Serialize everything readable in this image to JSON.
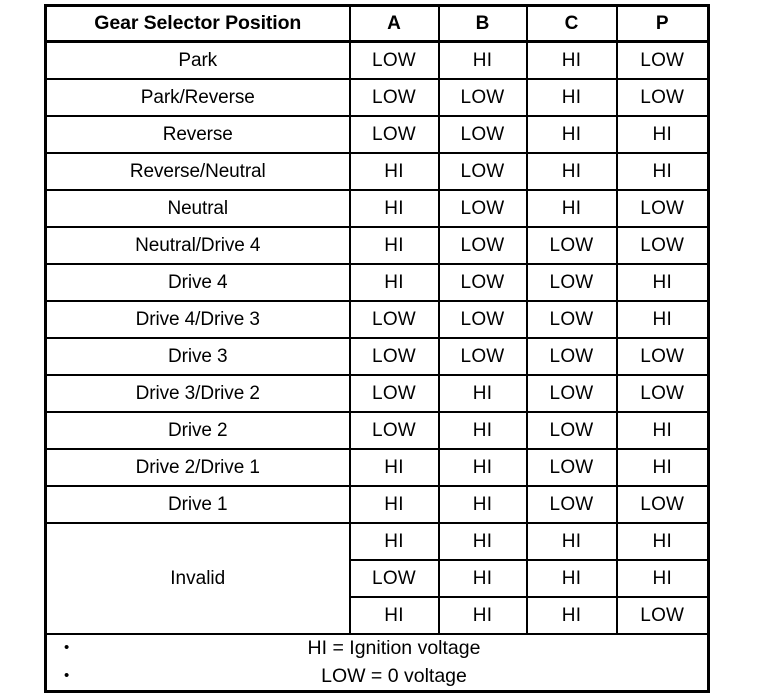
{
  "table": {
    "headers": {
      "label": "Gear Selector Position",
      "columns": [
        "A",
        "B",
        "C",
        "P"
      ]
    },
    "rows": [
      {
        "label": "Park",
        "values": [
          "LOW",
          "HI",
          "HI",
          "LOW"
        ]
      },
      {
        "label": "Park/Reverse",
        "values": [
          "LOW",
          "LOW",
          "HI",
          "LOW"
        ]
      },
      {
        "label": "Reverse",
        "values": [
          "LOW",
          "LOW",
          "HI",
          "HI"
        ]
      },
      {
        "label": "Reverse/Neutral",
        "values": [
          "HI",
          "LOW",
          "HI",
          "HI"
        ]
      },
      {
        "label": "Neutral",
        "values": [
          "HI",
          "LOW",
          "HI",
          "LOW"
        ]
      },
      {
        "label": "Neutral/Drive 4",
        "values": [
          "HI",
          "LOW",
          "LOW",
          "LOW"
        ]
      },
      {
        "label": "Drive 4",
        "values": [
          "HI",
          "LOW",
          "LOW",
          "HI"
        ]
      },
      {
        "label": "Drive 4/Drive 3",
        "values": [
          "LOW",
          "LOW",
          "LOW",
          "HI"
        ]
      },
      {
        "label": "Drive 3",
        "values": [
          "LOW",
          "LOW",
          "LOW",
          "LOW"
        ]
      },
      {
        "label": "Drive 3/Drive 2",
        "values": [
          "LOW",
          "HI",
          "LOW",
          "LOW"
        ]
      },
      {
        "label": "Drive 2",
        "values": [
          "LOW",
          "HI",
          "LOW",
          "HI"
        ]
      },
      {
        "label": "Drive 2/Drive 1",
        "values": [
          "HI",
          "HI",
          "LOW",
          "HI"
        ]
      },
      {
        "label": "Drive 1",
        "values": [
          "HI",
          "HI",
          "LOW",
          "LOW"
        ]
      }
    ],
    "invalid": {
      "label": "Invalid",
      "rows": [
        {
          "values": [
            "HI",
            "HI",
            "HI",
            "HI"
          ]
        },
        {
          "values": [
            "LOW",
            "HI",
            "HI",
            "HI"
          ]
        },
        {
          "values": [
            "HI",
            "HI",
            "HI",
            "LOW"
          ]
        }
      ]
    },
    "footnotes": [
      "HI = Ignition voltage",
      "LOW = 0 voltage"
    ],
    "bullet_glyph": "•"
  }
}
